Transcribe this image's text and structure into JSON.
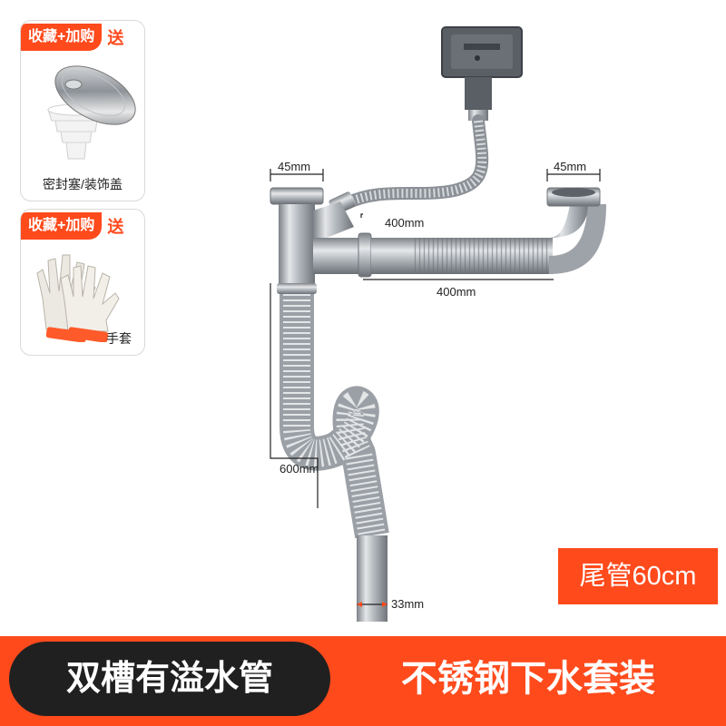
{
  "gifts": [
    {
      "tag": "收藏+加购",
      "send": "送",
      "caption": "密封塞/装饰盖",
      "icon": "drain-stopper-icon"
    },
    {
      "tag": "收藏+加购",
      "send": "送",
      "caption": "手套",
      "icon": "gloves-icon"
    }
  ],
  "dimensions": {
    "left_top_width": "45mm",
    "right_top_width": "45mm",
    "upper_hose": "400mm",
    "right_hose": "400mm",
    "vertical_length": "600mm",
    "tail_diameter": "33mm"
  },
  "tail_badge": "尾管60cm",
  "bottom_bar": {
    "left_text": "双槽有溢水管",
    "right_text": "不锈钢下水套装"
  },
  "colors": {
    "accent": "#ff4a1c",
    "dark": "#202020",
    "steel": "#a8adb3"
  }
}
